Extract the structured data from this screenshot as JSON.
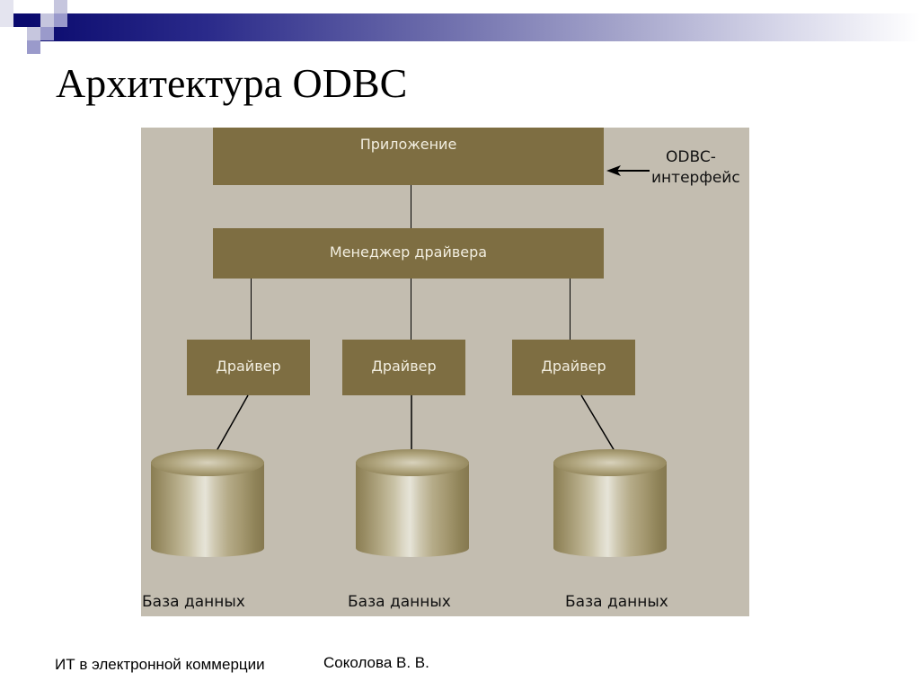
{
  "slide": {
    "title": "Архитектура ODBC",
    "footer_left": "ИТ в электронной коммерции",
    "footer_center": "Соколова В. В."
  },
  "diagram": {
    "application_label": "Приложение",
    "interface_label_line1": "ODBC-",
    "interface_label_line2": "интерфейс",
    "manager_label": "Менеджер драйвера",
    "drivers": [
      {
        "label": "Драйвер"
      },
      {
        "label": "Драйвер"
      },
      {
        "label": "Драйвер"
      }
    ],
    "databases": [
      {
        "label": "База данных"
      },
      {
        "label": "База данных"
      },
      {
        "label": "База данных"
      }
    ],
    "colors": {
      "background": "#c3bdb0",
      "box_fill": "#7e6e42",
      "box_text": "#f2eee0",
      "header_bar_start": "#0a0a6e"
    }
  }
}
